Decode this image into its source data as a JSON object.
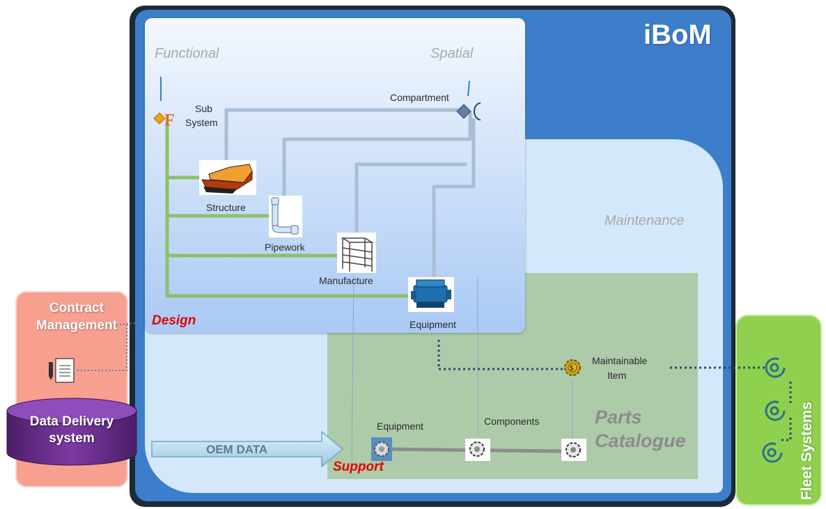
{
  "title": "iBoM",
  "sections": {
    "functional": "Functional",
    "spatial": "Spatial",
    "maintenance": "Maintenance",
    "parts_catalogue": [
      "Parts",
      "Catalogue"
    ],
    "design": "Design",
    "support": "Support"
  },
  "design_nodes": {
    "sub_system": [
      "Sub",
      "System"
    ],
    "compartment": "Compartment",
    "structure": "Structure",
    "pipework": "Pipework",
    "manufacture": "Manufacture",
    "equipment": "Equipment"
  },
  "maintenance_nodes": {
    "maintainable_item": [
      "Maintainable",
      "Item"
    ]
  },
  "catalogue_nodes": {
    "equipment": "Equipment",
    "components": "Components"
  },
  "external": {
    "contract_management": [
      "Contract",
      "Management"
    ],
    "data_delivery": [
      "Data Delivery",
      "system"
    ],
    "oem_data": "OEM DATA",
    "fleet_systems": "Fleet Systems"
  },
  "colors": {
    "frame_dark": "#1e2a38",
    "ibom_blue": "#3c7ec9",
    "light_panel": "#cfe6fb",
    "parts_green": "#a9c6a1",
    "contract_pink": "#f7a08f",
    "database_purple": "#6a2a8c",
    "fleet_green": "#8fd14f",
    "design_line": "#8fbf6a",
    "spatial_line": "#a9bed6",
    "dotted_link": "#1f4e6e",
    "red_label": "#e60000"
  }
}
